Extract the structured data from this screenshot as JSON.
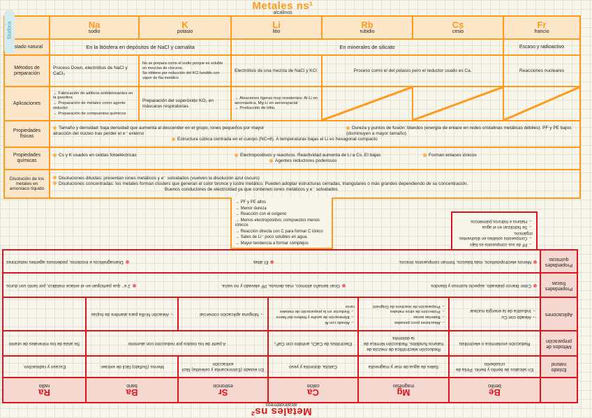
{
  "watermark": "Studocu",
  "alkali": {
    "title": "Metales ns¹",
    "subtitle": "alcalinos",
    "accent": "#ff9a1a",
    "elements": [
      {
        "symbol": "Na",
        "name": "sodio"
      },
      {
        "symbol": "K",
        "name": "potasio"
      },
      {
        "symbol": "Li",
        "name": "litio"
      },
      {
        "symbol": "Rb",
        "name": "rubidio"
      },
      {
        "symbol": "Cs",
        "name": "cesio"
      },
      {
        "symbol": "Fr",
        "name": "francio"
      }
    ],
    "rows": {
      "estado": {
        "label": "Estado natural",
        "na_k": "En la litósfera en depósitos de NaCl y carnalita",
        "li_rb_cs": "En minerales de silicato",
        "fr": "Escaso y radioactivo"
      },
      "metodos": {
        "label": "Métodos de preparación",
        "na": "Proceso Down, electrólisis de NaCl y CaCl₂",
        "k": [
          "No se prepara como el sodio porque es soluble en mezclas de cloruros.",
          "Se obtiene por reducción del KCl fundido con vapor de Na metálico"
        ],
        "li": "Electrólisis de una mezcla de NaCl y KCl",
        "rb_cs": "Proceso como el del potasio pero el reductor usado es Ca.",
        "fr": "Reacciones nucleares"
      },
      "aplicaciones": {
        "label": "Aplicaciones",
        "na": [
          "→ Fabricación de aditivos antidetonantes en la gasolina",
          "→ Preparación de metales como agente reductor",
          "→ Preparación de compuestos químicos"
        ],
        "k": "Preparación del superóxido KO₂ en máscaras respiratorias.",
        "li": [
          "→ Aleaciones ligeras muy resistentes: Al-Li en aeronáutica, Mg-Li en aeroespacial",
          "→ Producción de tritio."
        ]
      },
      "fisicas": {
        "label": "Propiedades físicas",
        "items": [
          "Tamaño y densidad: baja densidad que aumenta al descender en el grupo, iones pequeños por mayor atracción del núcleo tras perder el e⁻ externo",
          "Dureza y puntos de fusión: blandos (energía de enlace en redes cristalinas metálicas débiles). PF y PE bajos (disminuyen a mayor tamaño)",
          "Estructura cúbica centrada en el cuerpo (NC=8). A temperaturas bajas el Li es hexagonal compacto"
        ]
      },
      "quimicas": {
        "label": "Propiedades químicas",
        "items": [
          "Cs y K usados en celdas fotoeléctricas",
          "Electropositivos y reactivos. Reactividad aumenta de Li a Cs. EI bajas",
          "Forman enlaces iónicos",
          "Agentes reductores poderosos"
        ]
      },
      "disolucion": {
        "label": "Disolución de los metales en amoníaco líquido",
        "items": [
          "Disoluciones diluidas: presentan iones metálicos y e⁻ solvatados (vuelven la disolución azul oscuro)",
          "Disoluciones concentradas: los metales forman clústers que generan el color bronce y lustre metálico. Pueden adoptar estructuras cerradas, triangulares o más grandes dependiendo de su concentración.",
          "Buenos conductores de electricidad ya que contienen iones metálicos y e⁻ solvatados"
        ]
      }
    },
    "li_notes": [
      "→ PF y PE altos",
      "→ Menor dureza",
      "→ Reacción con el oxígeno",
      "→ Menos electropositivo, compuestos menos iónicos",
      "→ Reacción directa con C para formar C iónico",
      "→ Sales de Li⁺ poco solubles en agua.",
      "→ Mayor tendencia a formar complejos"
    ]
  },
  "alkaline_earth": {
    "title": "Metales ns²",
    "subtitle": "alcalinotérreos",
    "accent": "#e0141e",
    "elements": [
      {
        "symbol": "Be",
        "name": "berilio"
      },
      {
        "symbol": "Mg",
        "name": "magnesio"
      },
      {
        "symbol": "Ca",
        "name": "calcio"
      },
      {
        "symbol": "Sr",
        "name": "estroncio"
      },
      {
        "symbol": "Ba",
        "name": "bario"
      },
      {
        "symbol": "Ra",
        "name": "radio"
      }
    ],
    "rows": {
      "estado": {
        "label": "Estado natural",
        "values": [
          "En silicatos de berilio y berilo. Pirita de crisoberilo",
          "Sales de agua de mar y magnesita",
          "Calcita, dolomita y yeso",
          "En estado (Estroncianita y celestita) fácil extracción",
          "Menos (Sulfato) fácil de extraer.",
          "Escaso y radioactivo."
        ]
      },
      "metodos": {
        "label": "Métodos de preparación",
        "be": "Reducción exotérmica o electrólisis",
        "mg": "Reducción electrolítica de mezcla de haluros fundidos. Reducción térmica de la dolomita",
        "ca": "Electrólisis de CaCl₂ anhidro con CaF₂",
        "sr_ba": "A partir de los óxidos por reducción con aluminio",
        "ra": "Se aísla de los minerales de uranio"
      },
      "aplicaciones": {
        "label": "Aplicaciones",
        "be": [
          "→ Aleado con Cu",
          "→ Industria de la energía nuclear"
        ],
        "mg": [
          "→ Aleaciones poco pesadas",
          "→ Baterías secas",
          "→ Protección de otros metales",
          "→ Preparación de reactivos de Grignard"
        ],
        "ca": [
          "→ Aleado con Al",
          "→ Eliminación de azufre y fósforo del hierro",
          "→ Reductor en la preparación de metales raros"
        ],
        "sr": "→ Ninguna aplicación comercial",
        "ba": "→ Aleación Ni-Ba para alambre de bujías",
        "ra": ""
      },
      "fisicas": {
        "label": "Propiedades físicas",
        "items": [
          "Color blanco plateado, aspecto lustroso y blandos",
          "Gran tamaño atómico, más densos, PF elevado y no varía.",
          "2 e⁻ que participan en el enlace metálico, por tanto son duros"
        ]
      },
      "quimicas": {
        "label": "Propiedades químicas",
        "items": [
          "Menos electropositivos, más básicos, forman compuestos iónicos.",
          "EI altas",
          "Diamagnéticos e incoloros, poderosos agentes reductores"
        ]
      }
    },
    "be_notes": [
      "→ PF de sus compuestos es bajo",
      "→ Compuestos solubles en disolventes orgánicos.",
      "→ Se hidrolizan en el agua",
      "→ Haluros e hidruros poliméricos"
    ]
  }
}
